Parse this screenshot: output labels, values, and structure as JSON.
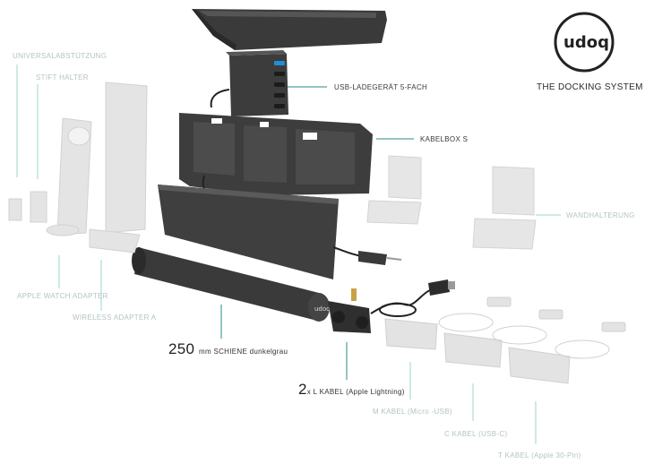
{
  "brand": {
    "logo_text": "udoq",
    "tagline": "THE DOCKING SYSTEM"
  },
  "labels": {
    "universal_support": "UNIVERSALABSTÜTZUNG",
    "pen_holder": "STIFT HALTER",
    "apple_watch_adapter": "APPLE WATCH ADAPTER",
    "wireless_adapter": "WIRELESS ADAPTER A",
    "usb_charger": "USB-LADEGERÄT 5-FACH",
    "cable_box": "KABELBOX S",
    "wall_mount": "WANDHALTERUNG",
    "rail_number": "250",
    "rail_text": "mm SCHIENE dunkelgrau",
    "l_cable_number": "2",
    "l_cable_text": "x L KABEL (Apple Lightning)",
    "m_cable": "M KABEL  (Micro -USB)",
    "c_cable": "C KABEL  (USB-C)",
    "t_cable": "T KABEL  (Apple 30-Pin)"
  },
  "colors": {
    "dark_part": "#3b3b3b",
    "faded_part": "#e2e2e2",
    "leader_line": "#9fd6cf",
    "dark_leader": "#2d8a8a"
  }
}
